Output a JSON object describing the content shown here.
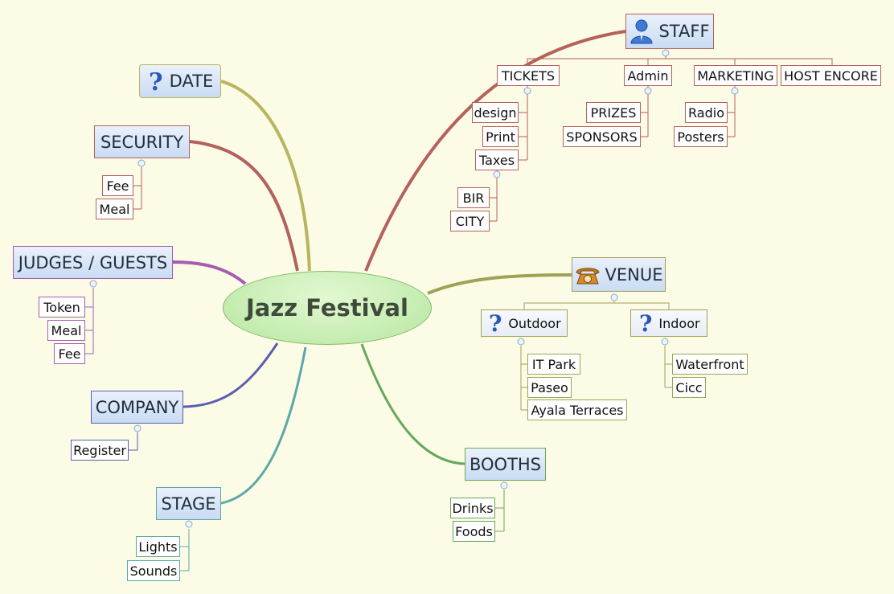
{
  "central": "Jazz Festival",
  "icons": {
    "question": "question-icon",
    "person": "person-icon",
    "phone": "telephone-icon"
  },
  "colors": {
    "background": "#fbfbe6",
    "staff": "#b5615c",
    "date": "#b9b45e",
    "security": "#b2615c",
    "judges": "#a65cb0",
    "company": "#5a5fb0",
    "stage": "#5aa8a9",
    "booths": "#66a85a",
    "venue": "#9fa356",
    "central_fill": "#b6e7a0"
  },
  "left": {
    "date": {
      "label": "DATE"
    },
    "security": {
      "label": "SECURITY",
      "children": [
        "Fee",
        "Meal"
      ]
    },
    "judges": {
      "label": "JUDGES / GUESTS",
      "children": [
        "Token",
        "Meal",
        "Fee"
      ]
    },
    "company": {
      "label": "COMPANY",
      "children": [
        "Register"
      ]
    },
    "stage": {
      "label": "STAGE",
      "children": [
        "Lights",
        "Sounds"
      ]
    }
  },
  "right": {
    "staff": {
      "label": "STAFF",
      "tickets": {
        "label": "TICKETS",
        "children": [
          "design",
          "Print",
          "Taxes"
        ],
        "taxes_children": [
          "BIR",
          "CITY"
        ]
      },
      "admin": {
        "label": "Admin",
        "children": [
          "PRIZES",
          "SPONSORS"
        ]
      },
      "marketing": {
        "label": "MARKETING",
        "children": [
          "Radio",
          "Posters"
        ]
      },
      "host": {
        "label": "HOST ENCORE"
      }
    },
    "venue": {
      "label": "VENUE",
      "outdoor": {
        "label": "Outdoor",
        "children": [
          "IT Park",
          "Paseo",
          "Ayala Terraces"
        ]
      },
      "indoor": {
        "label": "Indoor",
        "children": [
          "Waterfront",
          "Cicc"
        ]
      }
    },
    "booths": {
      "label": "BOOTHS",
      "children": [
        "Drinks",
        "Foods"
      ]
    }
  }
}
